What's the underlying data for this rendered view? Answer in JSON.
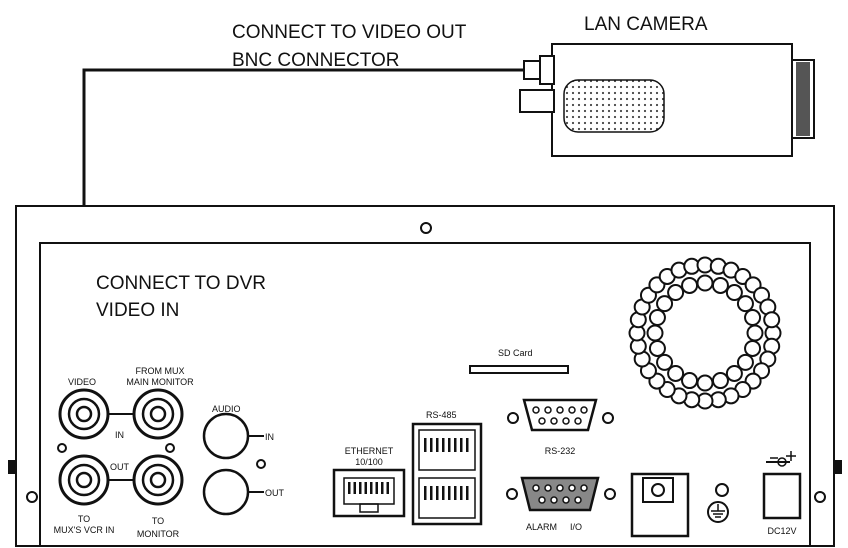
{
  "annotations": {
    "camera_out_line1": "CONNECT TO VIDEO OUT",
    "camera_out_line2": "BNC CONNECTOR",
    "camera": "LAN CAMERA",
    "dvr_in_line1": "CONNECT TO DVR",
    "dvr_in_line2": "VIDEO IN"
  },
  "panel_labels": {
    "video": "VIDEO",
    "from_mux_line1": "FROM MUX",
    "from_mux_line2": "MAIN MONITOR",
    "in": "IN",
    "out": "OUT",
    "to_mux_line1": "TO",
    "to_mux_line2": "MUX'S VCR IN",
    "to_monitor_line1": "TO",
    "to_monitor_line2": "MONITOR",
    "audio": "AUDIO",
    "audio_in": "IN",
    "audio_out": "OUT",
    "sd_card": "SD Card",
    "rs485": "RS-485",
    "ethernet_line1": "ETHERNET",
    "ethernet_line2": "10/100",
    "rs232": "RS-232",
    "alarm": "ALARM",
    "io": "I/O",
    "dc12v": "DC12V"
  }
}
